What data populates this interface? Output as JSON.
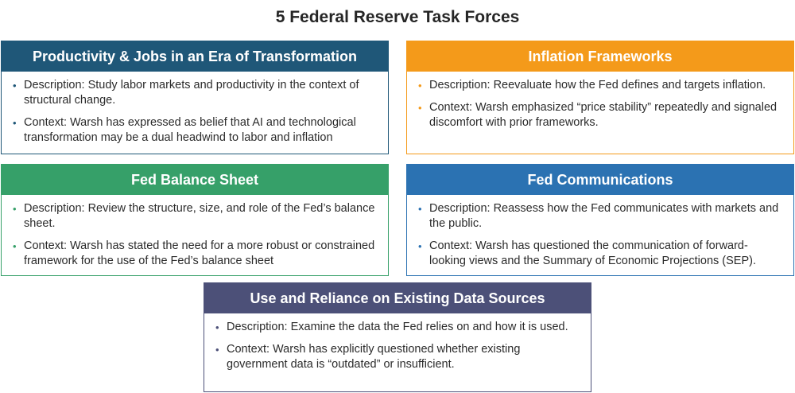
{
  "title": "5 Federal Reserve Task Forces",
  "colors": {
    "productivity": "#1f5778",
    "inflation": "#f49a1a",
    "balance": "#36a069",
    "communications": "#2b72b2",
    "data": "#4c5078"
  },
  "cards": {
    "productivity": {
      "heading": "Productivity & Jobs in an Era of Transformation",
      "description": "Description: Study labor markets and productivity in the context of structural change.",
      "context": "Context: Warsh has expressed as belief that AI and technological transformation may be a dual headwind to labor and inflation"
    },
    "inflation": {
      "heading": "Inflation Frameworks",
      "description": "Description: Reevaluate how the Fed defines and targets inflation.",
      "context": "Context: Warsh emphasized “price stability” repeatedly and signaled discomfort with prior frameworks."
    },
    "balance": {
      "heading": "Fed Balance Sheet",
      "description": "Description: Review the structure, size, and role of the Fed’s balance sheet.",
      "context": "Context: Warsh has stated the need for a more robust or constrained framework for the use of the Fed’s balance sheet"
    },
    "communications": {
      "heading": "Fed Communications",
      "description": "Description: Reassess how the Fed communicates with markets and the public.",
      "context": "Context: Warsh has questioned the communication of forward-looking views and the Summary of Economic Projections (SEP)."
    },
    "data": {
      "heading": "Use and Reliance on Existing Data Sources",
      "description": "Description: Examine the data the Fed relies on and how it is used.",
      "context": "Context: Warsh has explicitly questioned whether existing government data is “outdated” or insufficient."
    }
  }
}
